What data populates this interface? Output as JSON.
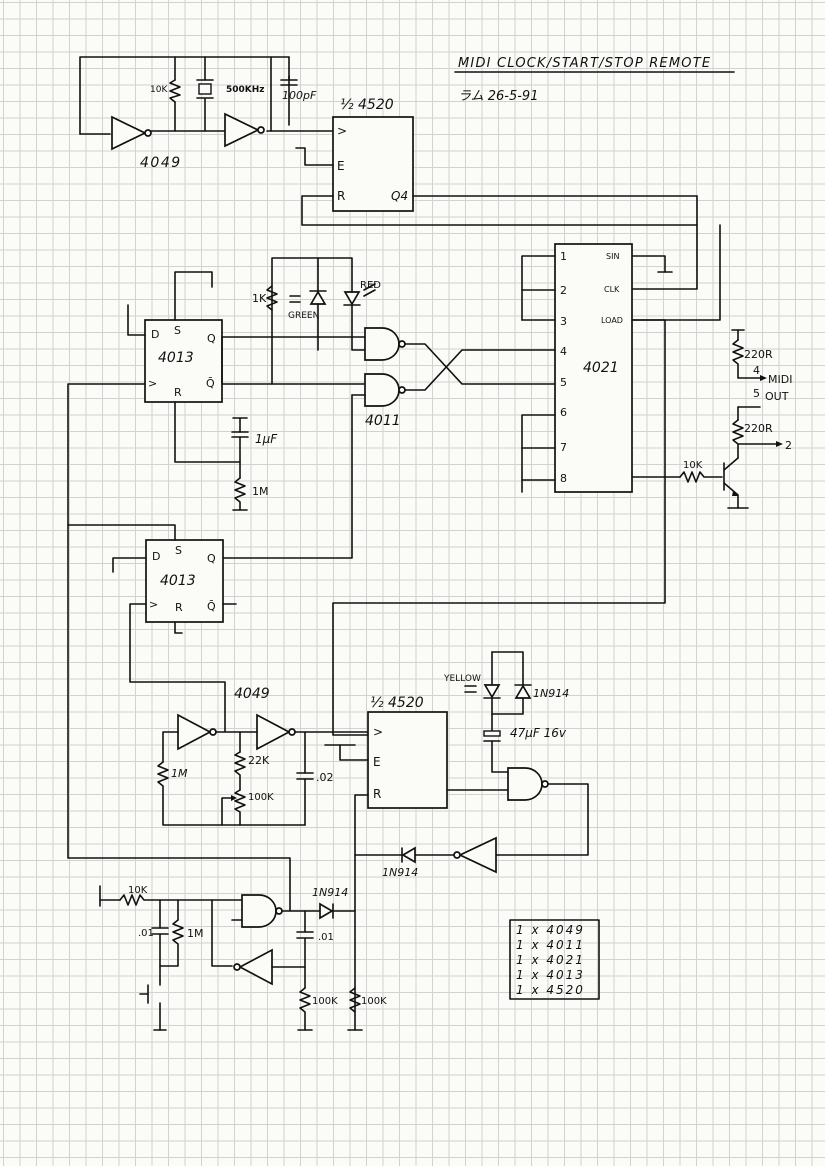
{
  "title": "MIDI CLOCK/START/STOP REMOTE",
  "author_date": "ラム  26-5-91",
  "components": {
    "u_4520_top": "½ 4520",
    "u_4520_top_pins": {
      "clk": ">",
      "e": "E",
      "r": "R",
      "q": "Q4"
    },
    "u_4020_bottom": "½ 4520",
    "u_4520_bottom_pins": {
      "clk": ">",
      "e": "E",
      "r": "R"
    },
    "u_4013_top": "4013",
    "u_4013_bottom": "4013",
    "ff_pins": {
      "d": "D",
      "s": "S",
      "q": "Q",
      "qbar": "Q̄",
      "clk": ">",
      "r": "R"
    },
    "u_4011": "4011",
    "u_4021": "4021",
    "u_4021_pins": {
      "p1": "1",
      "p2": "2",
      "p3": "3",
      "p4": "4",
      "p5": "5",
      "p6": "6",
      "p7": "7",
      "p8": "8",
      "sin": "SIN",
      "clk": "CLK",
      "load": "LOAD"
    },
    "u_4049_top": "4049",
    "u_4049_bottom": "4049"
  },
  "values": {
    "r10k_top": "10K",
    "crystal": "500KHz",
    "c100pf": "100pF",
    "r1k": "1K",
    "led_green": "GREEN",
    "led_red": "RED",
    "c1uf": "1μF",
    "r1m_top": "1M",
    "r220_a": "220R",
    "midi_out": "MIDI",
    "midi_out2": "OUT",
    "pin4": "4",
    "pin5": "5",
    "r220_b": "220R",
    "pin2": "2",
    "r10k_tr": "10K",
    "led_yellow": "YELLOW",
    "d1n914_a": "1N914",
    "c47uf": "47μF 16v",
    "r1m_osc": "1M",
    "r22k": "22K",
    "r100k_pot": "100K",
    "c02": ".02",
    "d1n914_b": "1N914",
    "r10k_sw": "10K",
    "c01_a": ".01",
    "r1m_sw": "1M",
    "d1n914_c": "1N914",
    "c01_b": ".01",
    "r100k_a": "100K",
    "r100k_b": "100K"
  },
  "parts_list": [
    {
      "qty": "1",
      "part": "4049"
    },
    {
      "qty": "1",
      "part": "4011"
    },
    {
      "qty": "1",
      "part": "4021"
    },
    {
      "qty": "1",
      "part": "4013"
    },
    {
      "qty": "1",
      "part": "4520"
    }
  ],
  "parts_list_sep": "x"
}
